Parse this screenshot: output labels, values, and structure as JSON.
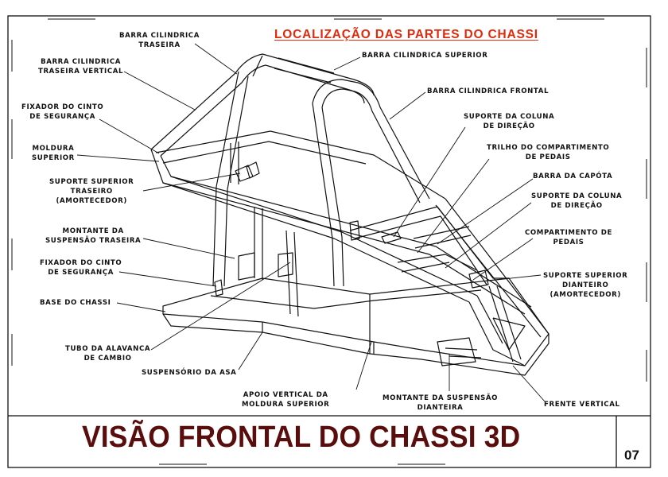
{
  "header": {
    "title": "LOCALIZAÇÃO  DAS PARTES DO CHASSI"
  },
  "footer": {
    "title": "VISÃO FRONTAL DO CHASSI  3D",
    "page": "07"
  },
  "labels": {
    "barra_traseira": [
      "BARRA CILINDRICA",
      "TRASEIRA"
    ],
    "barra_traseira_vertical": [
      "BARRA CILINDRICA",
      "TRASEIRA VERTICAL"
    ],
    "fixador_cinto_1": [
      "FIXADOR DO CINTO",
      "DE SEGURANÇA"
    ],
    "moldura_superior": [
      "MOLDURA",
      "SUPERIOR"
    ],
    "suporte_superior_traseiro": [
      "SUPORTE SUPERIOR",
      "TRASEIRO",
      "(AMORTECEDOR)"
    ],
    "montante_traseira": [
      "MONTANTE DA",
      "SUSPENSÃO TRASEIRA"
    ],
    "fixador_cinto_2": [
      "FIXADOR DO CINTO",
      "DE SEGURANÇA"
    ],
    "base_chassi": "BASE DO CHASSI",
    "tubo_alavanca": [
      "TUBO DA ALAVANCA",
      "DE CAMBIO"
    ],
    "suspensorio_asa": "SUSPENSÓRIO DA ASA",
    "apoio_vertical": [
      "APOIO VERTICAL  DA",
      "MOLDURA SUPERIOR"
    ],
    "montante_dianteira": [
      "MONTANTE DA SUSPENSÃO",
      "DIANTEIRA"
    ],
    "frente_vertical": "FRENTE VERTICAL",
    "barra_superior": "BARRA CILINDRICA SUPERIOR",
    "barra_frontal": "BARRA CILINDRICA FRONTAL",
    "suporte_coluna_1": [
      "SUPORTE DA COLUNA",
      "DE DIREÇÃO"
    ],
    "trilho_pedais": [
      "TRILHO DO COMPARTIMENTO",
      "DE PEDAIS"
    ],
    "barra_capota": "BARRA DA CAPÓTA",
    "suporte_coluna_2": [
      "SUPORTE DA COLUNA",
      "DE DIREÇÃO"
    ],
    "compartimento_pedais": [
      "COMPARTIMENTO DE",
      "PEDAIS"
    ],
    "suporte_dianteiro": [
      "SUPORTE SUPERIOR",
      "DIANTEIRO",
      "(AMORTECEDOR)"
    ]
  },
  "colors": {
    "title": "#e02a0c",
    "footer_title": "#5a0d0d",
    "line": "#111111"
  }
}
